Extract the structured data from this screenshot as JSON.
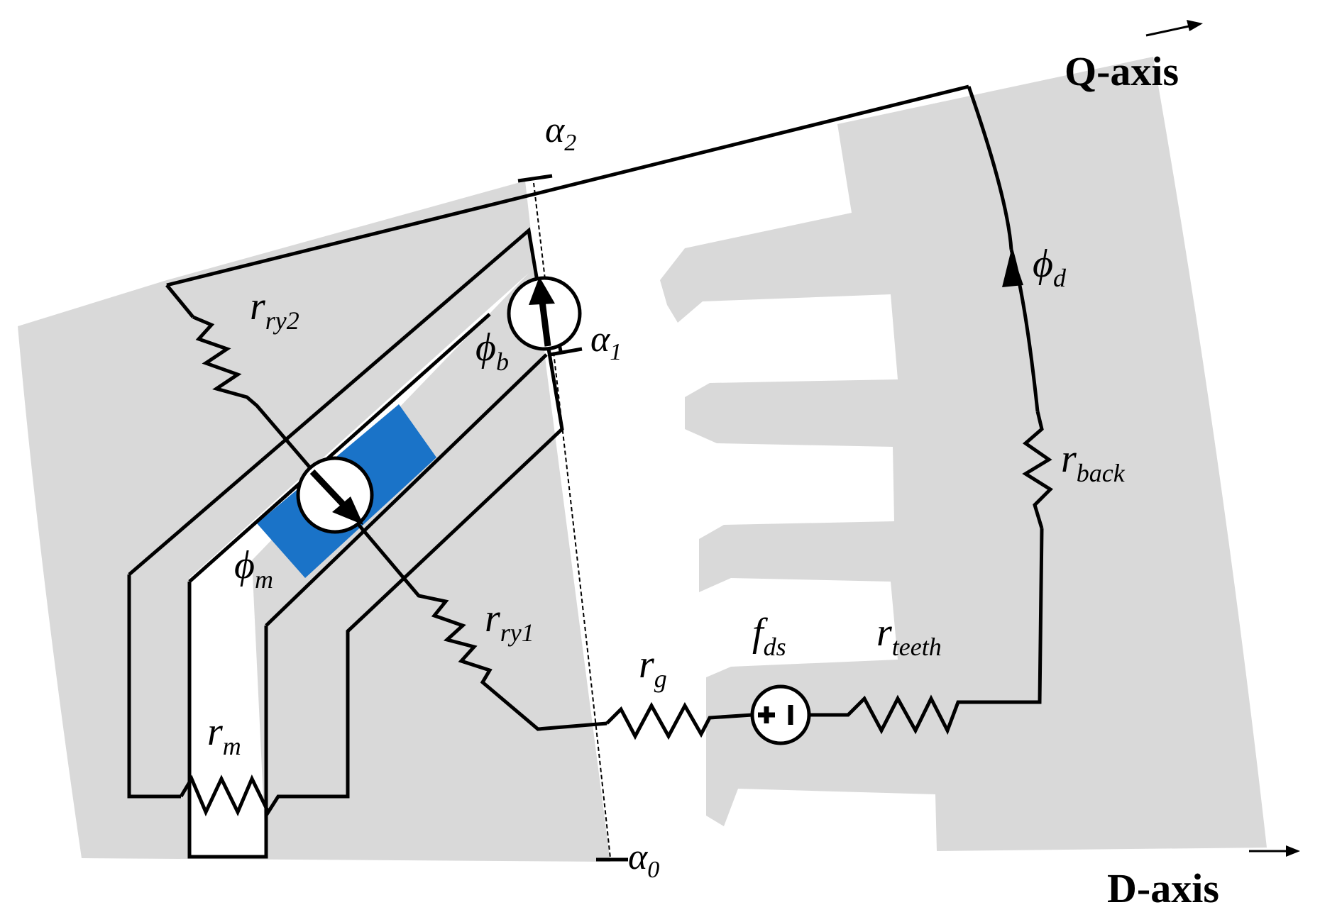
{
  "colors": {
    "iron": "#d9d9d9",
    "air": "#ffffff",
    "magnet": "#1a73c8",
    "wire": "#000000"
  },
  "labels": {
    "q_axis": "Q-axis",
    "d_axis": "D-axis",
    "alpha2": {
      "sym": "α",
      "sub": "2"
    },
    "alpha1": {
      "sym": "α",
      "sub": "1"
    },
    "alpha0": {
      "sym": "α",
      "sub": "0"
    },
    "phi_d": {
      "sym": "ϕ",
      "sub": "d"
    },
    "phi_b": {
      "sym": "ϕ",
      "sub": "b"
    },
    "phi_m": {
      "sym": "ϕ",
      "sub": "m"
    },
    "r_ry2": {
      "sym": "r",
      "sub": "ry2"
    },
    "r_ry1": {
      "sym": "r",
      "sub": "ry1"
    },
    "r_back": {
      "sym": "r",
      "sub": "back"
    },
    "r_g": {
      "sym": "r",
      "sub": "g"
    },
    "f_ds": {
      "sym": "f",
      "sub": "ds"
    },
    "r_teeth": {
      "sym": "r",
      "sub": "teeth"
    },
    "r_m": {
      "sym": "r",
      "sub": "m"
    },
    "mmf_source_symbol": "+ I"
  }
}
